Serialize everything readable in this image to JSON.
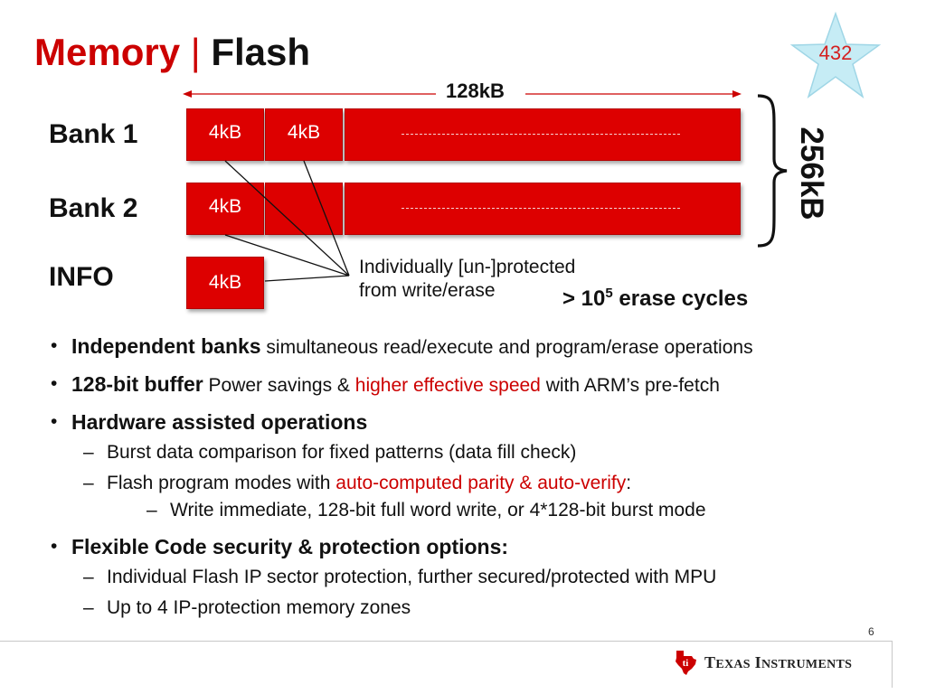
{
  "title": {
    "part1": "Memory",
    "separator": "|",
    "part2": "Flash"
  },
  "badge": {
    "number": "432",
    "color": "#c6ecf5"
  },
  "diagram": {
    "top_size_label": "128kB",
    "total_size_label": "256kB",
    "rows": {
      "bank1": {
        "label": "Bank 1",
        "block1": "4kB",
        "block2": "4kB"
      },
      "bank2": {
        "label": "Bank 2",
        "block1": "4kB"
      },
      "info": {
        "label": "INFO",
        "block1": "4kB"
      }
    },
    "note_line1": "Individually [un-]protected",
    "note_line2": "from write/erase",
    "erase_prefix": "> 10",
    "erase_exp": "5",
    "erase_suffix": " erase cycles",
    "block_color": "#dd0000"
  },
  "bullets": {
    "b1_head": "Independent banks",
    "b1_text": " simultaneous read/execute and program/erase operations",
    "b2_head": "128-bit buffer",
    "b2_text1": " Power savings & ",
    "b2_red": "higher effective speed",
    "b2_text2": " with ARM’s pre-fetch",
    "b3_head": "Hardware assisted operations",
    "b3_sub1": "Burst data comparison for fixed patterns (data fill check)",
    "b3_sub2_text": "Flash program modes with ",
    "b3_sub2_red": "auto-computed parity & auto-verify",
    "b3_sub2_end": ":",
    "b3_sub3": "Write immediate, 128-bit full word write, or 4*128-bit burst mode",
    "b4_head": "Flexible Code security & protection options:",
    "b4_sub1": "Individual Flash IP sector protection, further secured/protected with MPU",
    "b4_sub2": "Up to 4 IP-protection memory zones",
    "bullet_char": "•",
    "dash_char": "–"
  },
  "footer": {
    "page_number": "6",
    "logo_first_T": "T",
    "logo_rest1": "EXAS",
    "logo_first_I": " I",
    "logo_rest2": "NSTRUMENTS",
    "logo_color": "#cc0000"
  }
}
